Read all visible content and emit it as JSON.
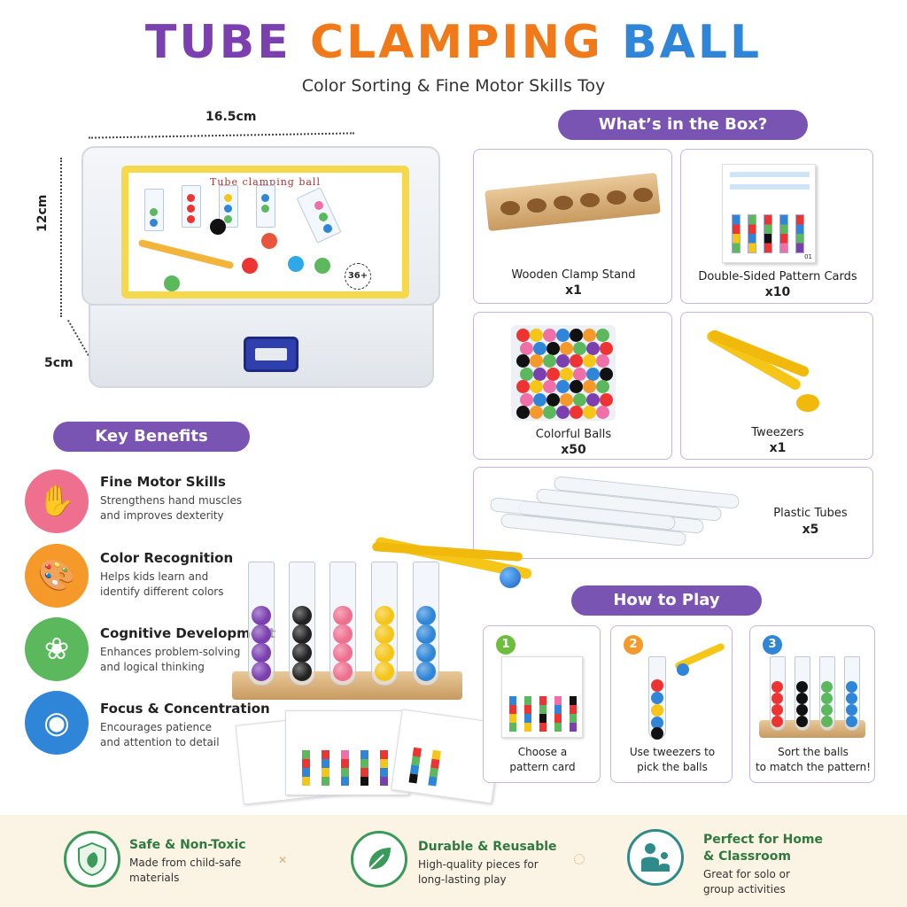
{
  "title": {
    "word1": "TUBE",
    "word2": "CLAMPING",
    "word3": "BALL"
  },
  "subtitle": "Color Sorting & Fine Motor Skills Toy",
  "box": {
    "card_title": "Tube clamping ball",
    "badge": "36+",
    "dim_width": "16.5cm",
    "dim_height": "12cm",
    "dim_depth": "5cm"
  },
  "whats_in_box": {
    "heading": "What’s in the Box?",
    "items": [
      {
        "label": "Wooden Clamp Stand",
        "count": "x1"
      },
      {
        "label": "Double-Sided Pattern Cards",
        "count": "x10"
      },
      {
        "label": "Colorful Balls",
        "count": "x50"
      },
      {
        "label": "Tweezers",
        "count": "x1"
      },
      {
        "label": "Plastic Tubes",
        "count": "x5"
      }
    ],
    "card_number": "01"
  },
  "benefits": {
    "heading": "Key Benefits",
    "items": [
      {
        "title": "Fine Motor Skills",
        "desc1": "Strengthens hand muscles",
        "desc2": "and improves dexterity",
        "icon": "hand-icon",
        "color": "#ef6f8f"
      },
      {
        "title": "Color Recognition",
        "desc1": "Helps kids learn and",
        "desc2": "identify different colors",
        "icon": "palette-icon",
        "color": "#f59a2a"
      },
      {
        "title": "Cognitive Development",
        "desc1": "Enhances problem-solving",
        "desc2": "and logical thinking",
        "icon": "brain-icon",
        "color": "#5cb85c"
      },
      {
        "title": "Focus & Concentration",
        "desc1": "Encourages patience",
        "desc2": "and attention to detail",
        "icon": "eye-icon",
        "color": "#2f86d8"
      }
    ]
  },
  "how_to_play": {
    "heading": "How to Play",
    "steps": [
      {
        "num": "1",
        "line1": "Choose a",
        "line2": "pattern card",
        "color": "#6cbf3c"
      },
      {
        "num": "2",
        "line1": "Use tweezers to",
        "line2": "pick the balls",
        "color": "#f59a2a"
      },
      {
        "num": "3",
        "line1": "Sort the balls",
        "line2": "to match the pattern!",
        "color": "#2f86d8"
      }
    ]
  },
  "footer": [
    {
      "title": "Safe & Non-Toxic",
      "desc1": "Made from child-safe",
      "desc2": "materials",
      "icon": "shield-leaf-icon"
    },
    {
      "title": "Durable & Reusable",
      "desc1": "High-quality pieces for",
      "desc2": "long-lasting play",
      "icon": "leaf-icon"
    },
    {
      "title": "Perfect for Home",
      "title2": "& Classroom",
      "desc1": "Great for solo or",
      "desc2": "group activities",
      "icon": "people-icon"
    }
  ]
}
